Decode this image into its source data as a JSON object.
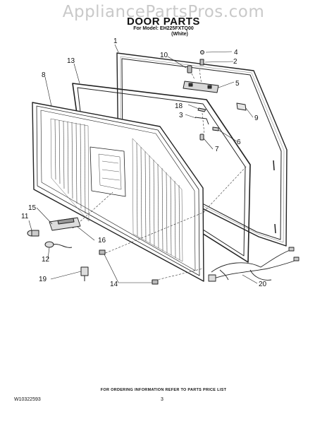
{
  "header": {
    "watermark": "AppliancePartsPros.com",
    "title": "DOOR PARTS",
    "model_line": "For Model: EH225FXTQ00",
    "variant": "(White)"
  },
  "callouts": [
    "1",
    "2",
    "3",
    "4",
    "5",
    "6",
    "7",
    "8",
    "9",
    "10",
    "11",
    "12",
    "13",
    "14",
    "15",
    "16",
    "18",
    "19",
    "20"
  ],
  "footer": {
    "note": "FOR ORDERING INFORMATION REFER TO PARTS PRICE LIST",
    "doc_number": "W10322593",
    "page": "3"
  }
}
